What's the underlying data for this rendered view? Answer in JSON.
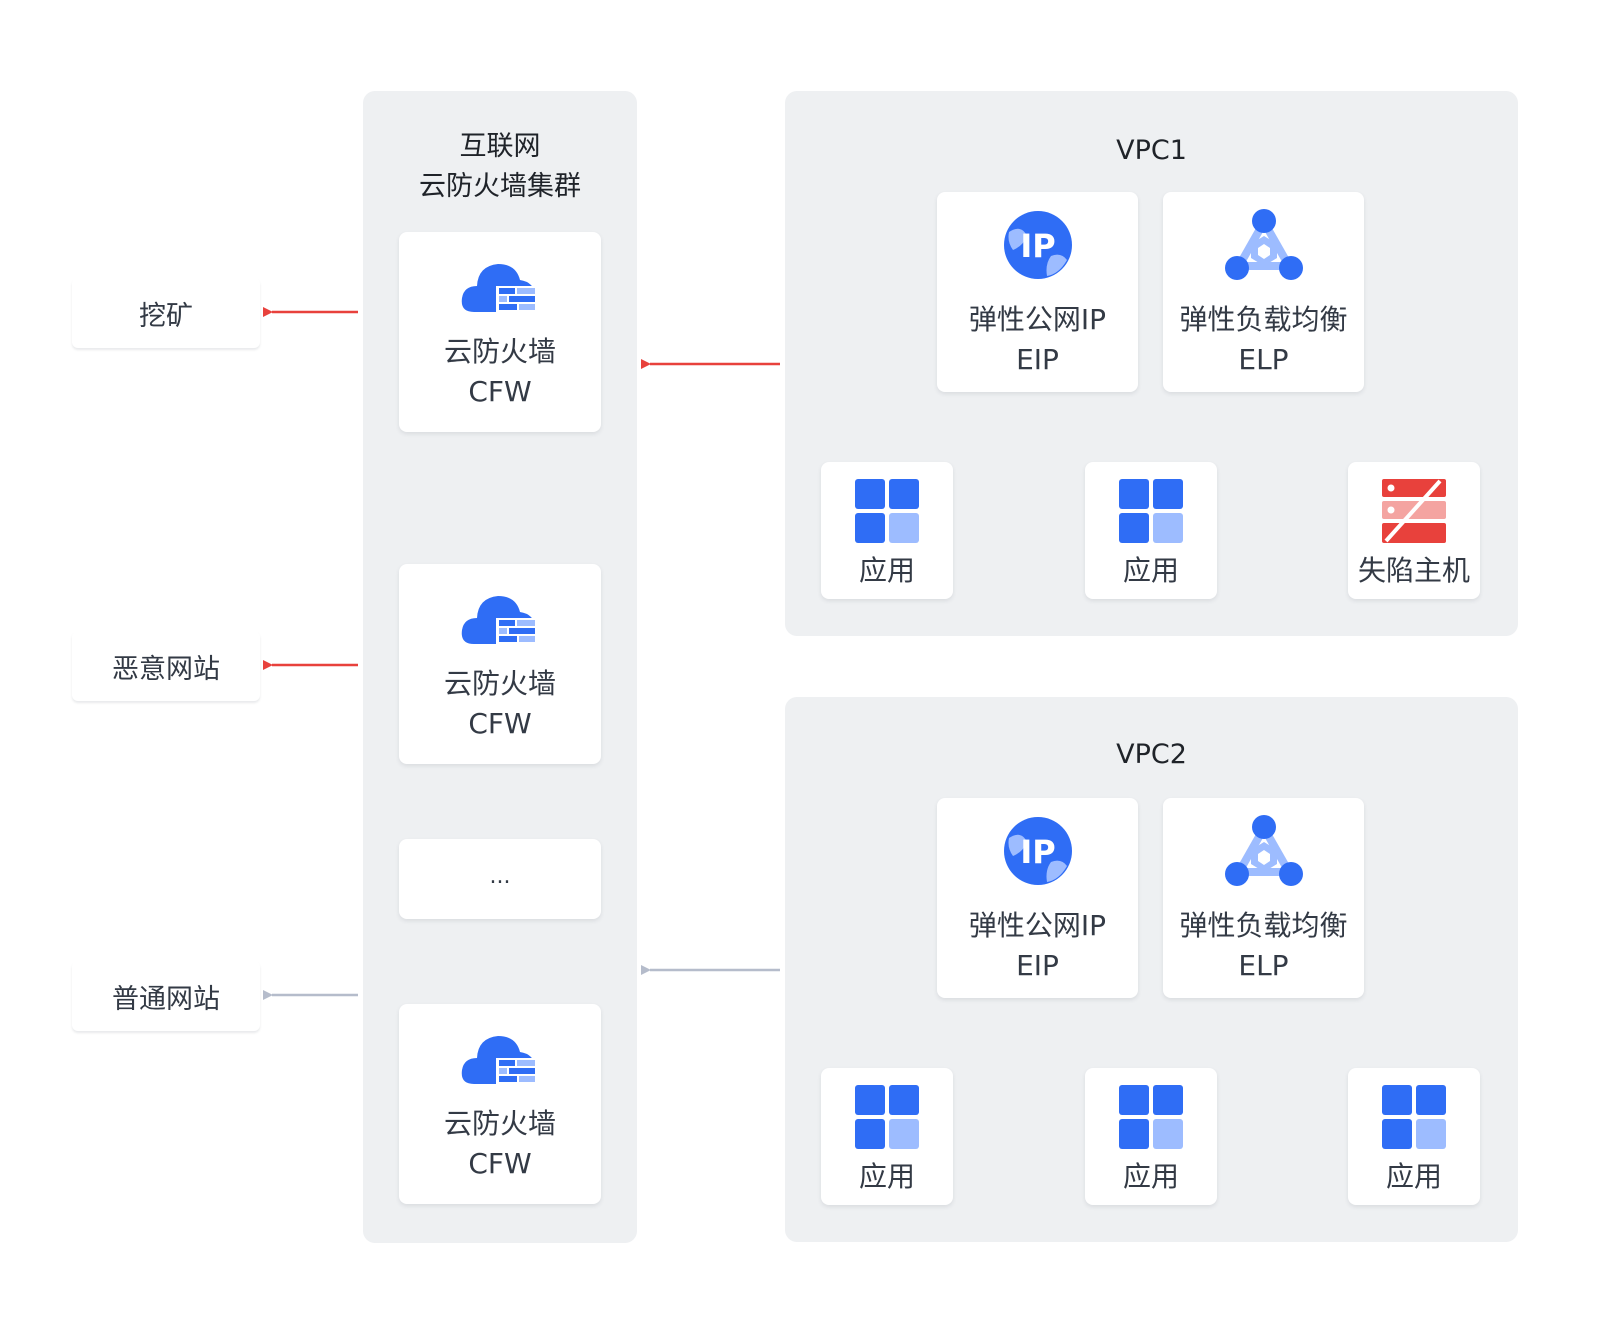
{
  "external": {
    "mining": "挖矿",
    "malicious": "恶意网站",
    "normal": "普通网站"
  },
  "cluster": {
    "title_line1": "互联网",
    "title_line2": "云防火墙集群",
    "cfw_name": "云防火墙",
    "cfw_abbr": "CFW",
    "ellipsis": "..."
  },
  "vpc1": {
    "title": "VPC1",
    "eip_name": "弹性公网IP",
    "eip_abbr": "EIP",
    "elp_name": "弹性负载均衡",
    "elp_abbr": "ELP",
    "app1": "应用",
    "app2": "应用",
    "trap": "失陷主机"
  },
  "vpc2": {
    "title": "VPC2",
    "eip_name": "弹性公网IP",
    "eip_abbr": "EIP",
    "elp_name": "弹性负载均衡",
    "elp_abbr": "ELP",
    "app1": "应用",
    "app2": "应用",
    "app3": "应用"
  },
  "icons": {
    "eip": "ip-globe-icon",
    "elp": "load-balancer-icon",
    "cfw": "cloud-firewall-icon",
    "app": "app-grid-icon",
    "trap": "compromised-host-icon",
    "ip_glyph": "IP"
  },
  "colors": {
    "panel_bg": "#eef0f2",
    "threat_arrow": "#e8413c",
    "normal_arrow": "#b5bccb",
    "connector": "#a9b1c2",
    "blue": "#2f6df5",
    "light_blue": "#9dbcff",
    "red": "#e8413c"
  }
}
